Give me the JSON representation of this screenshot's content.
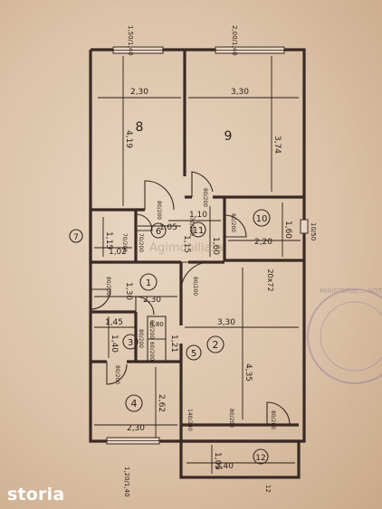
{
  "rooms": [
    {
      "id": "8",
      "label": "8"
    },
    {
      "id": "9",
      "label": "9"
    },
    {
      "id": "10",
      "label": "10"
    },
    {
      "id": "11",
      "label": "11"
    },
    {
      "id": "6",
      "label": "6"
    },
    {
      "id": "7",
      "label": "7"
    },
    {
      "id": "1",
      "label": "1"
    },
    {
      "id": "3",
      "label": "3"
    },
    {
      "id": "4",
      "label": "4"
    },
    {
      "id": "5",
      "label": "5"
    },
    {
      "id": "2",
      "label": "2"
    },
    {
      "id": "12",
      "label": "12"
    }
  ],
  "dimensions": {
    "w_room8": "2,30",
    "h_room8": "4,19",
    "w_room9": "3,30",
    "h_room9": "3,74",
    "w_room10": "2,20",
    "h_room10": "1,60",
    "d_room11_w": "1,10",
    "d_room11_h": "1,60",
    "d_room6_w": "1,05",
    "d_room6_h": "1,15",
    "d_room7_h": "1,15",
    "d_room7_w": "1,02",
    "w_hall1": "2,30",
    "h_hall1": "1,30",
    "w_room3": "1,45",
    "h_room3": "1,40",
    "h_room5": "1,21",
    "w_room2": "3,30",
    "h_room2": "4,35",
    "w_room4": "2,30",
    "h_room4": "2,62",
    "w_room12": "2,40",
    "h_room12": "1,05",
    "hall_door": "20x72",
    "d_room5_small": "0,80"
  },
  "door_marks": {
    "d1": "80/200",
    "d2": "80/200",
    "d3": "80/200",
    "d4": "80/200",
    "d5": "80/200",
    "d6": "80/200",
    "d7": "70/200",
    "d8": "80/200",
    "d9": "70/200",
    "d10": "70/200",
    "d11": "80/200",
    "d12": "140/240",
    "d13": "80/200",
    "d14": "60/200",
    "d15": "60/200"
  },
  "window_marks": {
    "top_left": "1,50/1,40",
    "top_right": "2,00/1,40",
    "right": "10/50",
    "bottom": "1,20/1,40",
    "bottom_right": "12"
  },
  "watermark": "Agimobiliara",
  "stamp_text": "MINISTERUL ... NOTAR",
  "brand": {
    "name": "storia"
  }
}
